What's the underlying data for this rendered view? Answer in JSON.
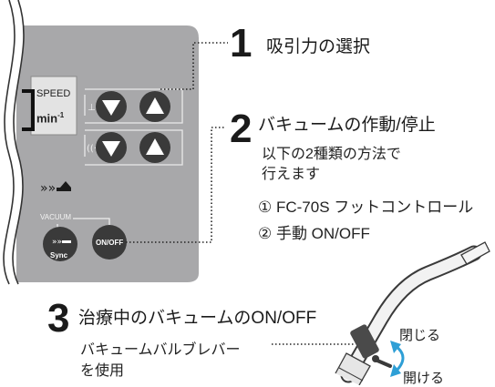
{
  "panel": {
    "speed_label": "SPEED",
    "unit_main": "min",
    "unit_sup": "-1",
    "vacuum_label": "VACUUM",
    "sync_label": "Sync",
    "onoff_label": "ON/OFF"
  },
  "steps": {
    "step1": {
      "number": "1",
      "title": "吸引力の選択"
    },
    "step2": {
      "number": "2",
      "title": "バキュームの作動/停止",
      "desc_line1": "以下の2種類の方法で",
      "desc_line2": "行えます",
      "option1": "① FC-70S フットコントロール",
      "option2": "② 手動 ON/OFF"
    },
    "step3": {
      "number": "3",
      "title": "治療中のバキュームのON/OFF",
      "desc_line1": "バキュームバルブレバー",
      "desc_line2": "を使用"
    }
  },
  "handpiece": {
    "close_label": "閉じる",
    "open_label": "開ける"
  },
  "colors": {
    "panel_gray": "#a5a5a7",
    "button_dark": "#3a3a3a",
    "arrow_blue": "#2e9fd6"
  }
}
